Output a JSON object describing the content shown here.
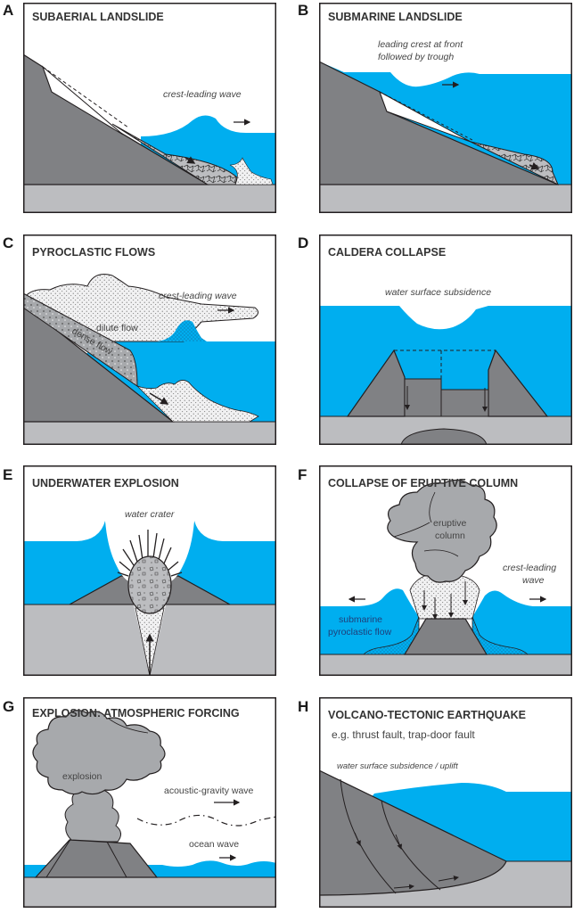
{
  "figure": {
    "colors": {
      "water": "#00AEEF",
      "rock_dark": "#808184",
      "rock_light": "#BCBDC0",
      "ash": "#F1F1F2",
      "outline": "#231F20",
      "text": "#3A3A3A"
    },
    "panels": [
      {
        "letter": "A",
        "title": "SUBAERIAL LANDSLIDE",
        "labels": [
          "crest-leading wave"
        ]
      },
      {
        "letter": "B",
        "title": "SUBMARINE LANDSLIDE",
        "labels": [
          "leading crest at front",
          "followed by trough"
        ]
      },
      {
        "letter": "C",
        "title": "PYROCLASTIC FLOWS",
        "labels": [
          "crest-leading wave",
          "dilute flow",
          "dense flow"
        ]
      },
      {
        "letter": "D",
        "title": "CALDERA COLLAPSE",
        "labels": [
          "water surface subsidence"
        ]
      },
      {
        "letter": "E",
        "title": "UNDERWATER EXPLOSION",
        "labels": [
          "water crater"
        ]
      },
      {
        "letter": "F",
        "title": "COLLAPSE OF ERUPTIVE COLUMN",
        "labels": [
          "eruptive",
          "column",
          "crest-leading",
          "wave",
          "submarine",
          "pyroclastic flow"
        ]
      },
      {
        "letter": "G",
        "title": "EXPLOSION: ATMOSPHERIC FORCING",
        "labels": [
          "explosion",
          "acoustic-gravity wave",
          "ocean wave"
        ]
      },
      {
        "letter": "H",
        "title": "VOLCANO-TECTONIC EARTHQUAKE",
        "labels": [
          "e.g. thrust fault, trap-door fault",
          "water surface subsidence / uplift"
        ]
      }
    ]
  }
}
